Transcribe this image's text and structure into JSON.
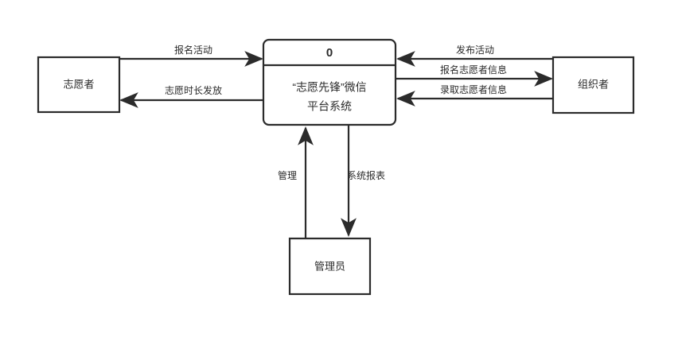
{
  "diagram": {
    "type": "data-flow-diagram",
    "level": "0",
    "background": "#ffffff",
    "stroke_color": "#2b2b2b"
  },
  "process": {
    "id": "0",
    "name_line1": "“志愿先锋”微信",
    "name_line2": "平台系统"
  },
  "entities": {
    "volunteer": {
      "label": "志愿者"
    },
    "organizer": {
      "label": "组织者"
    },
    "admin": {
      "label": "管理员"
    }
  },
  "flows": {
    "signup_activity": {
      "label": "报名活动",
      "from": "volunteer",
      "to": "process",
      "direction": "right"
    },
    "service_hours_issue": {
      "label": "志愿时长发放",
      "from": "process",
      "to": "volunteer",
      "direction": "left"
    },
    "publish_activity": {
      "label": "发布活动",
      "from": "organizer",
      "to": "process",
      "direction": "left"
    },
    "signup_volunteer_info": {
      "label": "报名志愿者信息",
      "from": "process",
      "to": "organizer",
      "direction": "right"
    },
    "accepted_volunteer_info": {
      "label": "录取志愿者信息",
      "from": "organizer",
      "to": "process",
      "direction": "left"
    },
    "manage": {
      "label": "管理",
      "from": "admin",
      "to": "process",
      "direction": "up"
    },
    "system_report": {
      "label": "系统报表",
      "from": "process",
      "to": "admin",
      "direction": "down"
    }
  }
}
